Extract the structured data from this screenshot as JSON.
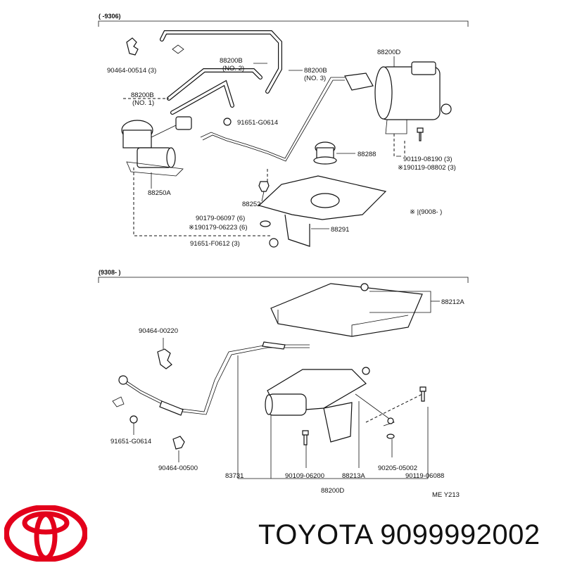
{
  "top_section": {
    "range": "(   -9306)",
    "note": "※ |(9008-     )",
    "labels": {
      "clip_top": "90464-00514 (3)",
      "hose_no2": "88200B\n(NO.2)",
      "hose_no3": "88200B\n(NO.3)",
      "hose_no1": "88200B\n(NO.1)",
      "actuator": "88200D",
      "nut_top": "91651-G0614",
      "valve": "88288",
      "bolt_a": "90119-08190 (3)",
      "bolt_b": "※190119-08802 (3)",
      "vacuum_pump": "88250A",
      "grommet": "88252",
      "washer_a": "90179-06097 (6)",
      "washer_b": "※190179-06223 (6)",
      "bracket": "88291",
      "nut_bottom": "91651-F0612 (3)"
    }
  },
  "bottom_section": {
    "range": "(9308-       )",
    "labels": {
      "cover": "88212A",
      "clip_top": "90464-00220",
      "nut": "91651-G0614",
      "clip_bottom": "90464-00500",
      "cable": "83731",
      "bolt_a": "90109-06200",
      "bracket": "88213A",
      "washer": "90205-05002",
      "bolt_b": "90119-06088",
      "assembly": "88200D",
      "code": "ME  Y213"
    }
  },
  "brand": {
    "name": "TOYOTA",
    "part_number": "9099992002",
    "logo_color": "#e3001b"
  }
}
